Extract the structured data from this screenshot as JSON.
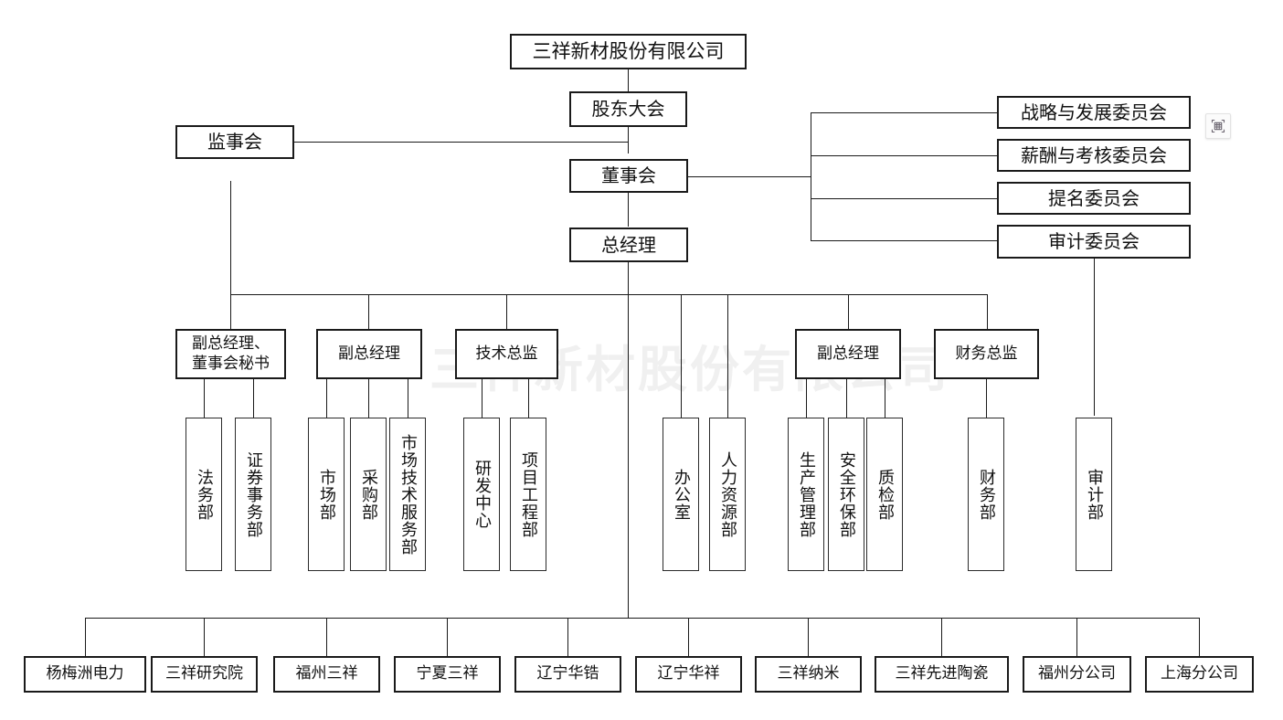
{
  "chart_data": {
    "type": "diagram",
    "title": "三祥新材股份有限公司 组织结构图",
    "diagram_kind": "organization-chart"
  },
  "watermark": {
    "text": "三祥新材股份有限公司"
  },
  "root": {
    "label": "三祥新材股份有限公司"
  },
  "governance": {
    "shareholders": "股东大会",
    "supervisors": "监事会",
    "board": "董事会",
    "general_manager": "总经理"
  },
  "committees": [
    {
      "label": "战略与发展委员会"
    },
    {
      "label": "薪酬与考核委员会"
    },
    {
      "label": "提名委员会"
    },
    {
      "label": "审计委员会"
    }
  ],
  "executives": [
    {
      "label": "副总经理、\n董事会秘书"
    },
    {
      "label": "副总经理"
    },
    {
      "label": "技术总监"
    },
    {
      "label": "副总经理"
    },
    {
      "label": "财务总监"
    }
  ],
  "executive_labels": {
    "vp_secretary_line1": "副总经理、",
    "vp_secretary_line2": "董事会秘书",
    "vp_marketing": "副总经理",
    "cto": "技术总监",
    "vp_production": "副总经理",
    "cfo": "财务总监"
  },
  "departments": [
    {
      "label": "法务部"
    },
    {
      "label": "证券事务部"
    },
    {
      "label": "市场部"
    },
    {
      "label": "采购部"
    },
    {
      "label": "市场技术服务部"
    },
    {
      "label": "研发中心"
    },
    {
      "label": "项目工程部"
    },
    {
      "label": "办公室"
    },
    {
      "label": "人力资源部"
    },
    {
      "label": "生产管理部"
    },
    {
      "label": "安全环保部"
    },
    {
      "label": "质检部"
    },
    {
      "label": "财务部"
    },
    {
      "label": "审计部"
    }
  ],
  "subsidiaries": [
    {
      "label": "杨梅洲电力"
    },
    {
      "label": "三祥研究院"
    },
    {
      "label": "福州三祥"
    },
    {
      "label": "宁夏三祥"
    },
    {
      "label": "辽宁华锆"
    },
    {
      "label": "辽宁华祥"
    },
    {
      "label": "三祥纳米"
    },
    {
      "label": "三祥先进陶瓷"
    },
    {
      "label": "福州分公司"
    },
    {
      "label": "上海分公司"
    }
  ],
  "colors": {
    "line": "#1a1a1a",
    "border": "#2b2b2b",
    "background": "#ffffff",
    "watermark": "#f0f0f0"
  },
  "tool_button": {
    "icon": "table-crop-icon"
  }
}
